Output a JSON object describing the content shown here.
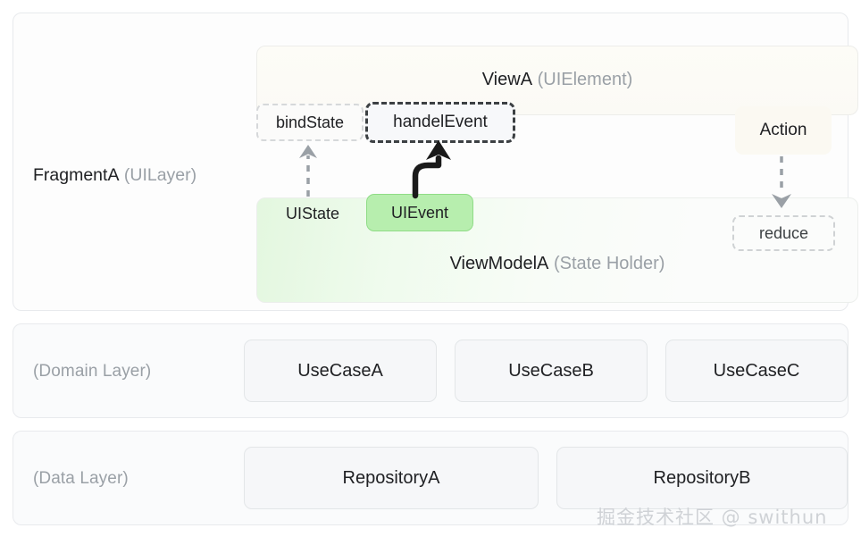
{
  "diagram": {
    "watermark": "掘金技术社区 @ swithun",
    "colors": {
      "accent_green": "#b7eeae",
      "accent_cream": "#fbf9f2",
      "muted_text": "#9aa0a6",
      "strong_text": "#202124",
      "card_border": "#e8eaed"
    }
  },
  "ui_layer": {
    "label_strong": "FragmentA",
    "label_muted": "(UILayer)",
    "view": {
      "title_strong": "ViewA",
      "title_muted": "(UIElement)"
    },
    "view_model": {
      "title_strong": "ViewModelA",
      "title_muted": "(State Holder)"
    },
    "chips": {
      "bind_state": "bindState",
      "handel_event": "handelEvent",
      "action": "Action",
      "reduce": "reduce",
      "ui_state": "UIState",
      "ui_event": "UIEvent"
    }
  },
  "domain_layer": {
    "title": "(Domain Layer)",
    "items": [
      {
        "label": "UseCaseA"
      },
      {
        "label": "UseCaseB"
      },
      {
        "label": "UseCaseC"
      }
    ]
  },
  "data_layer": {
    "title": "(Data Layer)",
    "items": [
      {
        "label": "RepositoryA"
      },
      {
        "label": "RepositoryB"
      }
    ]
  }
}
